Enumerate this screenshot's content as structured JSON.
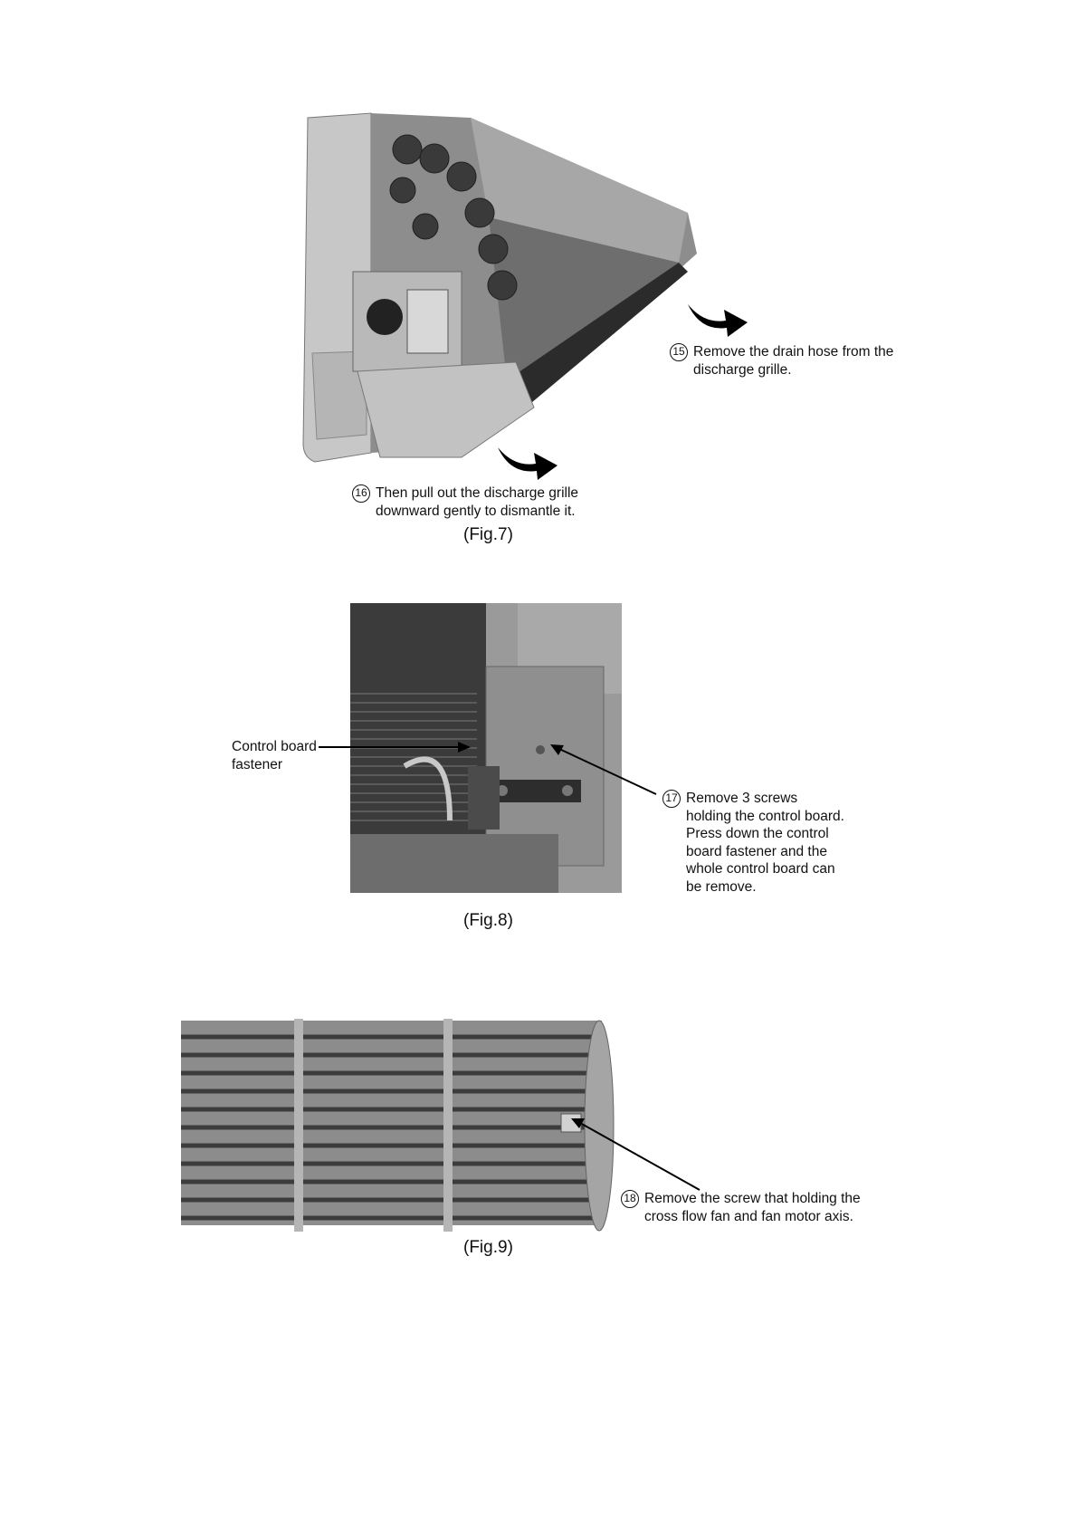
{
  "fig7": {
    "caption": "(Fig.7)",
    "step15": {
      "number": "15",
      "lines": [
        "Remove the drain hose from the",
        "discharge grille."
      ]
    },
    "step16": {
      "number": "16",
      "lines": [
        "Then pull out the discharge grille",
        "downward gently to dismantle it."
      ]
    }
  },
  "fig8": {
    "caption": "(Fig.8)",
    "label_lines": [
      "Control board",
      "fastener"
    ],
    "step17": {
      "number": "17",
      "lines": [
        "Remove 3 screws",
        "holding the control board.",
        "Press down the control",
        "board fastener and the",
        "whole control board can",
        "be remove."
      ]
    }
  },
  "fig9": {
    "caption": "(Fig.9)",
    "step18": {
      "number": "18",
      "lines": [
        "Remove the screw that holding the",
        "cross flow fan and fan motor axis."
      ]
    }
  },
  "colors": {
    "text": "#111111",
    "photo_gray": "#9a9a9a",
    "arrow": "#000000"
  }
}
